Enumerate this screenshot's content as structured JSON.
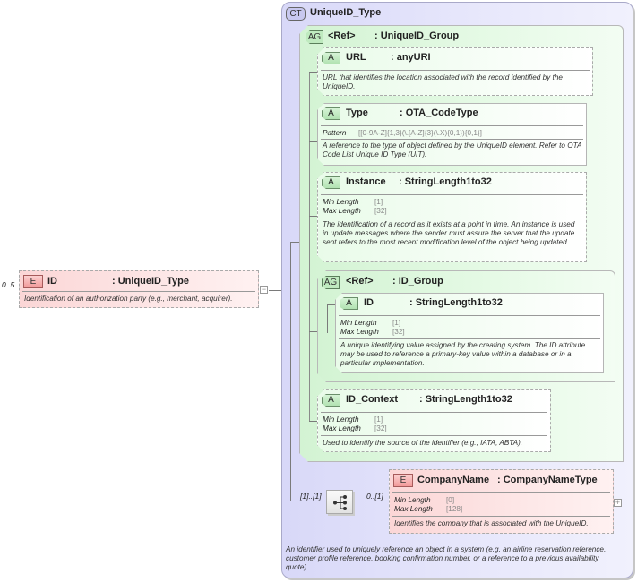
{
  "root_element": {
    "badge": "E",
    "cardinality": "0..5",
    "name": "ID",
    "type": ": UniqueID_Type",
    "documentation": "Identification of an authorization party (e.g., merchant, acquirer).",
    "collapse_toggle": "−"
  },
  "complex_type": {
    "badge": "CT",
    "name": "UniqueID_Type",
    "documentation": "An identifier used to uniquely reference an object in a system (e.g. an airline reservation reference, customer profile reference, booking confirmation number, or a reference to a previous availability quote)."
  },
  "attribute_group_1": {
    "badge": "AG",
    "ref": "<Ref>",
    "name": ": UniqueID_Group",
    "attributes": [
      {
        "badge": "A",
        "name": "URL",
        "type": ": anyURI",
        "documentation": "URL that identifies the location associated with the record identified by the UniqueID."
      },
      {
        "badge": "A",
        "name": "Type",
        "type": ": OTA_CodeType",
        "facet_label": "Pattern",
        "facet_value": "[[0-9A-Z]{1,3}(\\.[A-Z]{3}(\\.X){0,1}){0,1}]",
        "documentation": "A reference to the type of object defined by the UniqueID element. Refer to OTA Code List Unique ID Type (UIT)."
      },
      {
        "badge": "A",
        "name": "Instance",
        "type": ": StringLength1to32",
        "min_label": "Min Length",
        "min_value": "[1]",
        "max_label": "Max Length",
        "max_value": "[32]",
        "documentation": "The identification of a record as it exists at a point in time. An instance is used in update messages where the sender must assure the server that the update sent refers to the most recent modification level of the object being updated."
      }
    ],
    "nested_group": {
      "badge": "AG",
      "ref": "<Ref>",
      "name": ": ID_Group",
      "attribute": {
        "badge": "A",
        "name": "ID",
        "type": ": StringLength1to32",
        "min_label": "Min Length",
        "min_value": "[1]",
        "max_label": "Max Length",
        "max_value": "[32]",
        "documentation": "A unique identifying value assigned by the creating system.  The ID attribute may be used to reference a primary-key value within a database or in a particular implementation."
      }
    },
    "last_attribute": {
      "badge": "A",
      "name": "ID_Context",
      "type": ": StringLength1to32",
      "min_label": "Min Length",
      "min_value": "[1]",
      "max_label": "Max Length",
      "max_value": "[32]",
      "documentation": "Used to identify the source of the identifier (e.g., IATA, ABTA)."
    }
  },
  "sequence": {
    "cardinality": "[1]..[1]",
    "icon": "sequence-icon"
  },
  "company_name_element": {
    "badge": "E",
    "cardinality": "0..[1]",
    "name": "CompanyName",
    "type": ": CompanyNameType",
    "min_label": "Min Length",
    "min_value": "[0]",
    "max_label": "Max Length",
    "max_value": "[128]",
    "documentation": "Identifies the company that is associated with the UniqueID.",
    "expand_toggle": "+"
  }
}
